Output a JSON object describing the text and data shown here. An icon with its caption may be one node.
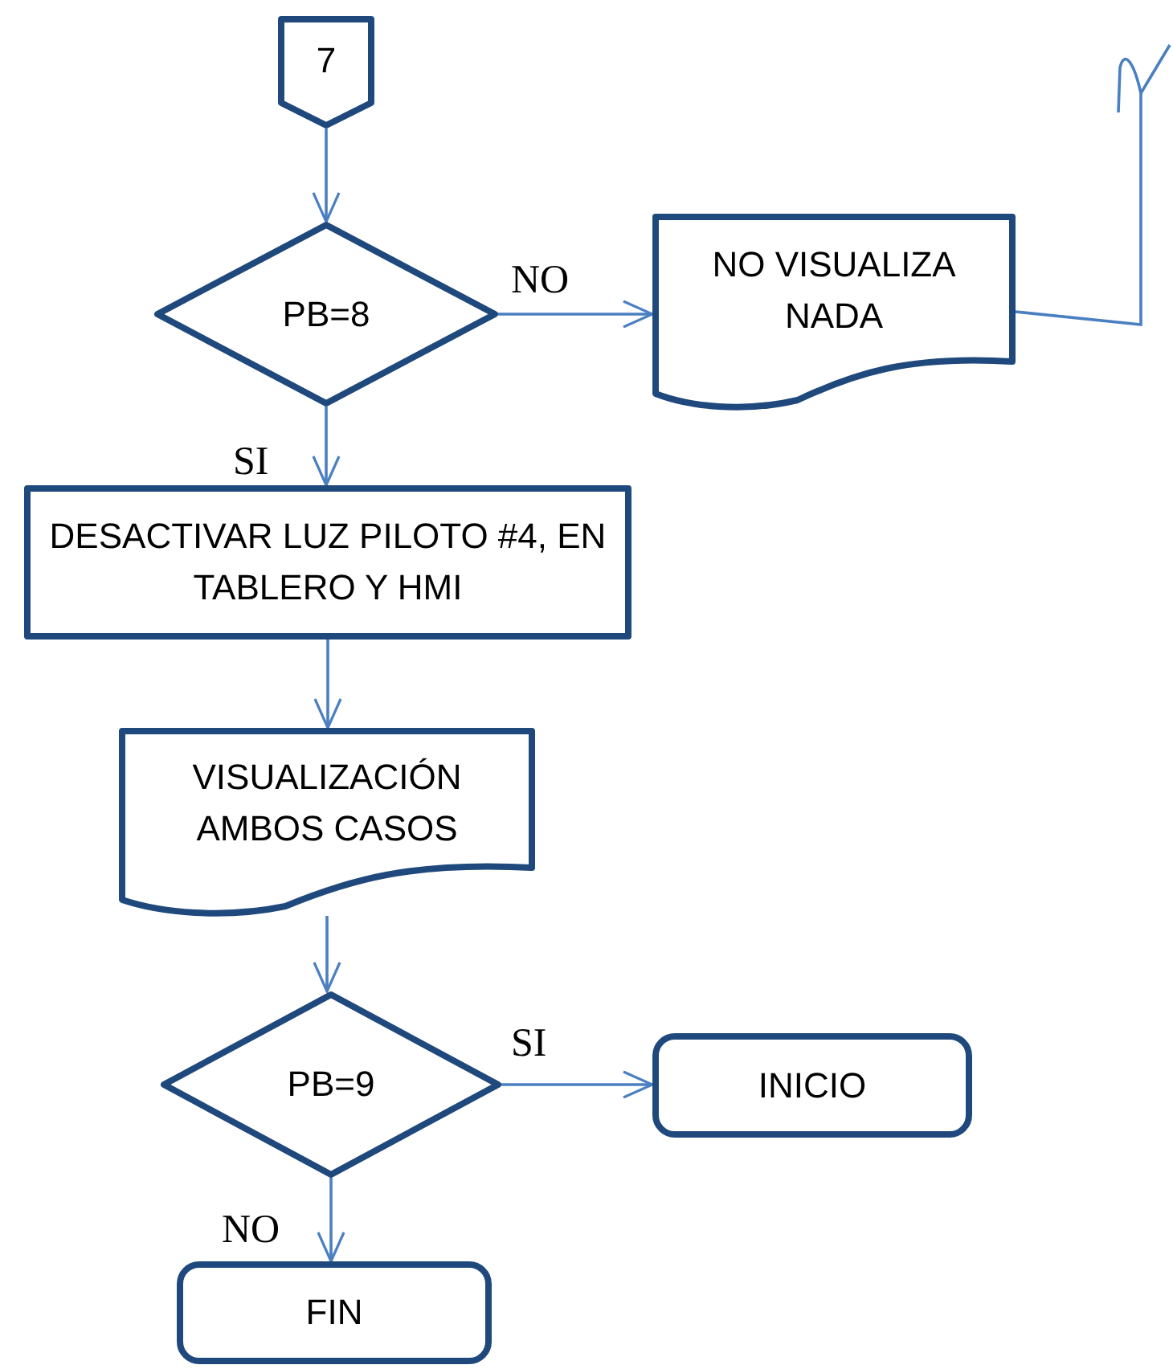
{
  "diagram": {
    "nodes": [
      {
        "text": [
          "7"
        ]
      },
      {
        "text": [
          "PB=8"
        ]
      },
      {
        "text": [
          "NO VISUALIZA NADA"
        ]
      },
      {
        "text": [
          "DESACTIVAR LUZ PILOTO #4, EN TABLERO Y HMI"
        ]
      },
      {
        "text": [
          "VISUALIZACIÓN AMBOS CASOS"
        ]
      },
      {
        "text": [
          "PB=9"
        ]
      },
      {
        "text": [
          "INICIO"
        ]
      },
      {
        "text": [
          "FIN"
        ]
      }
    ],
    "edges": [
      {
        "from": 0,
        "to": 1,
        "arrow": "to"
      },
      {
        "from": 1,
        "to": 2,
        "arrow": "to",
        "label": "NO"
      },
      {
        "from": 1,
        "to": 3,
        "arrow": "to",
        "label": "SI"
      },
      {
        "from": 3,
        "to": 4,
        "arrow": "to"
      },
      {
        "from": 4,
        "to": 5,
        "arrow": "to"
      },
      {
        "from": 5,
        "to": 6,
        "arrow": "to",
        "label": "SI"
      },
      {
        "from": 5,
        "to": 7,
        "arrow": "to",
        "label": "NO"
      },
      {
        "from": 2,
        "to": null,
        "arrow": "none"
      }
    ]
  }
}
